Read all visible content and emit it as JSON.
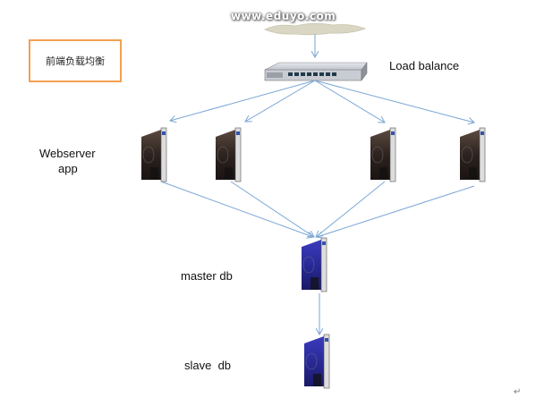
{
  "watermark": "www.eduyo.com",
  "title_box": {
    "text": "前端负载均衡",
    "border_color": "#f2a050"
  },
  "labels": {
    "load_balance": "Load balance",
    "webserver_line1": "Webserver",
    "webserver_line2": "app",
    "master_db": "master db",
    "slave_db": "slave  db"
  },
  "nodes": {
    "internet": "cloud",
    "load_balancer": "switch",
    "webservers": [
      "webserver-1",
      "webserver-2",
      "webserver-3",
      "webserver-4"
    ],
    "master_db": "database-server",
    "slave_db": "database-server"
  },
  "colors": {
    "arrow": "#7aa6d6",
    "webserver_body": "#3a2e29",
    "db_body": "#2a2a9a",
    "cloud": "#d9d7c4"
  },
  "paragraph_mark": "↵"
}
